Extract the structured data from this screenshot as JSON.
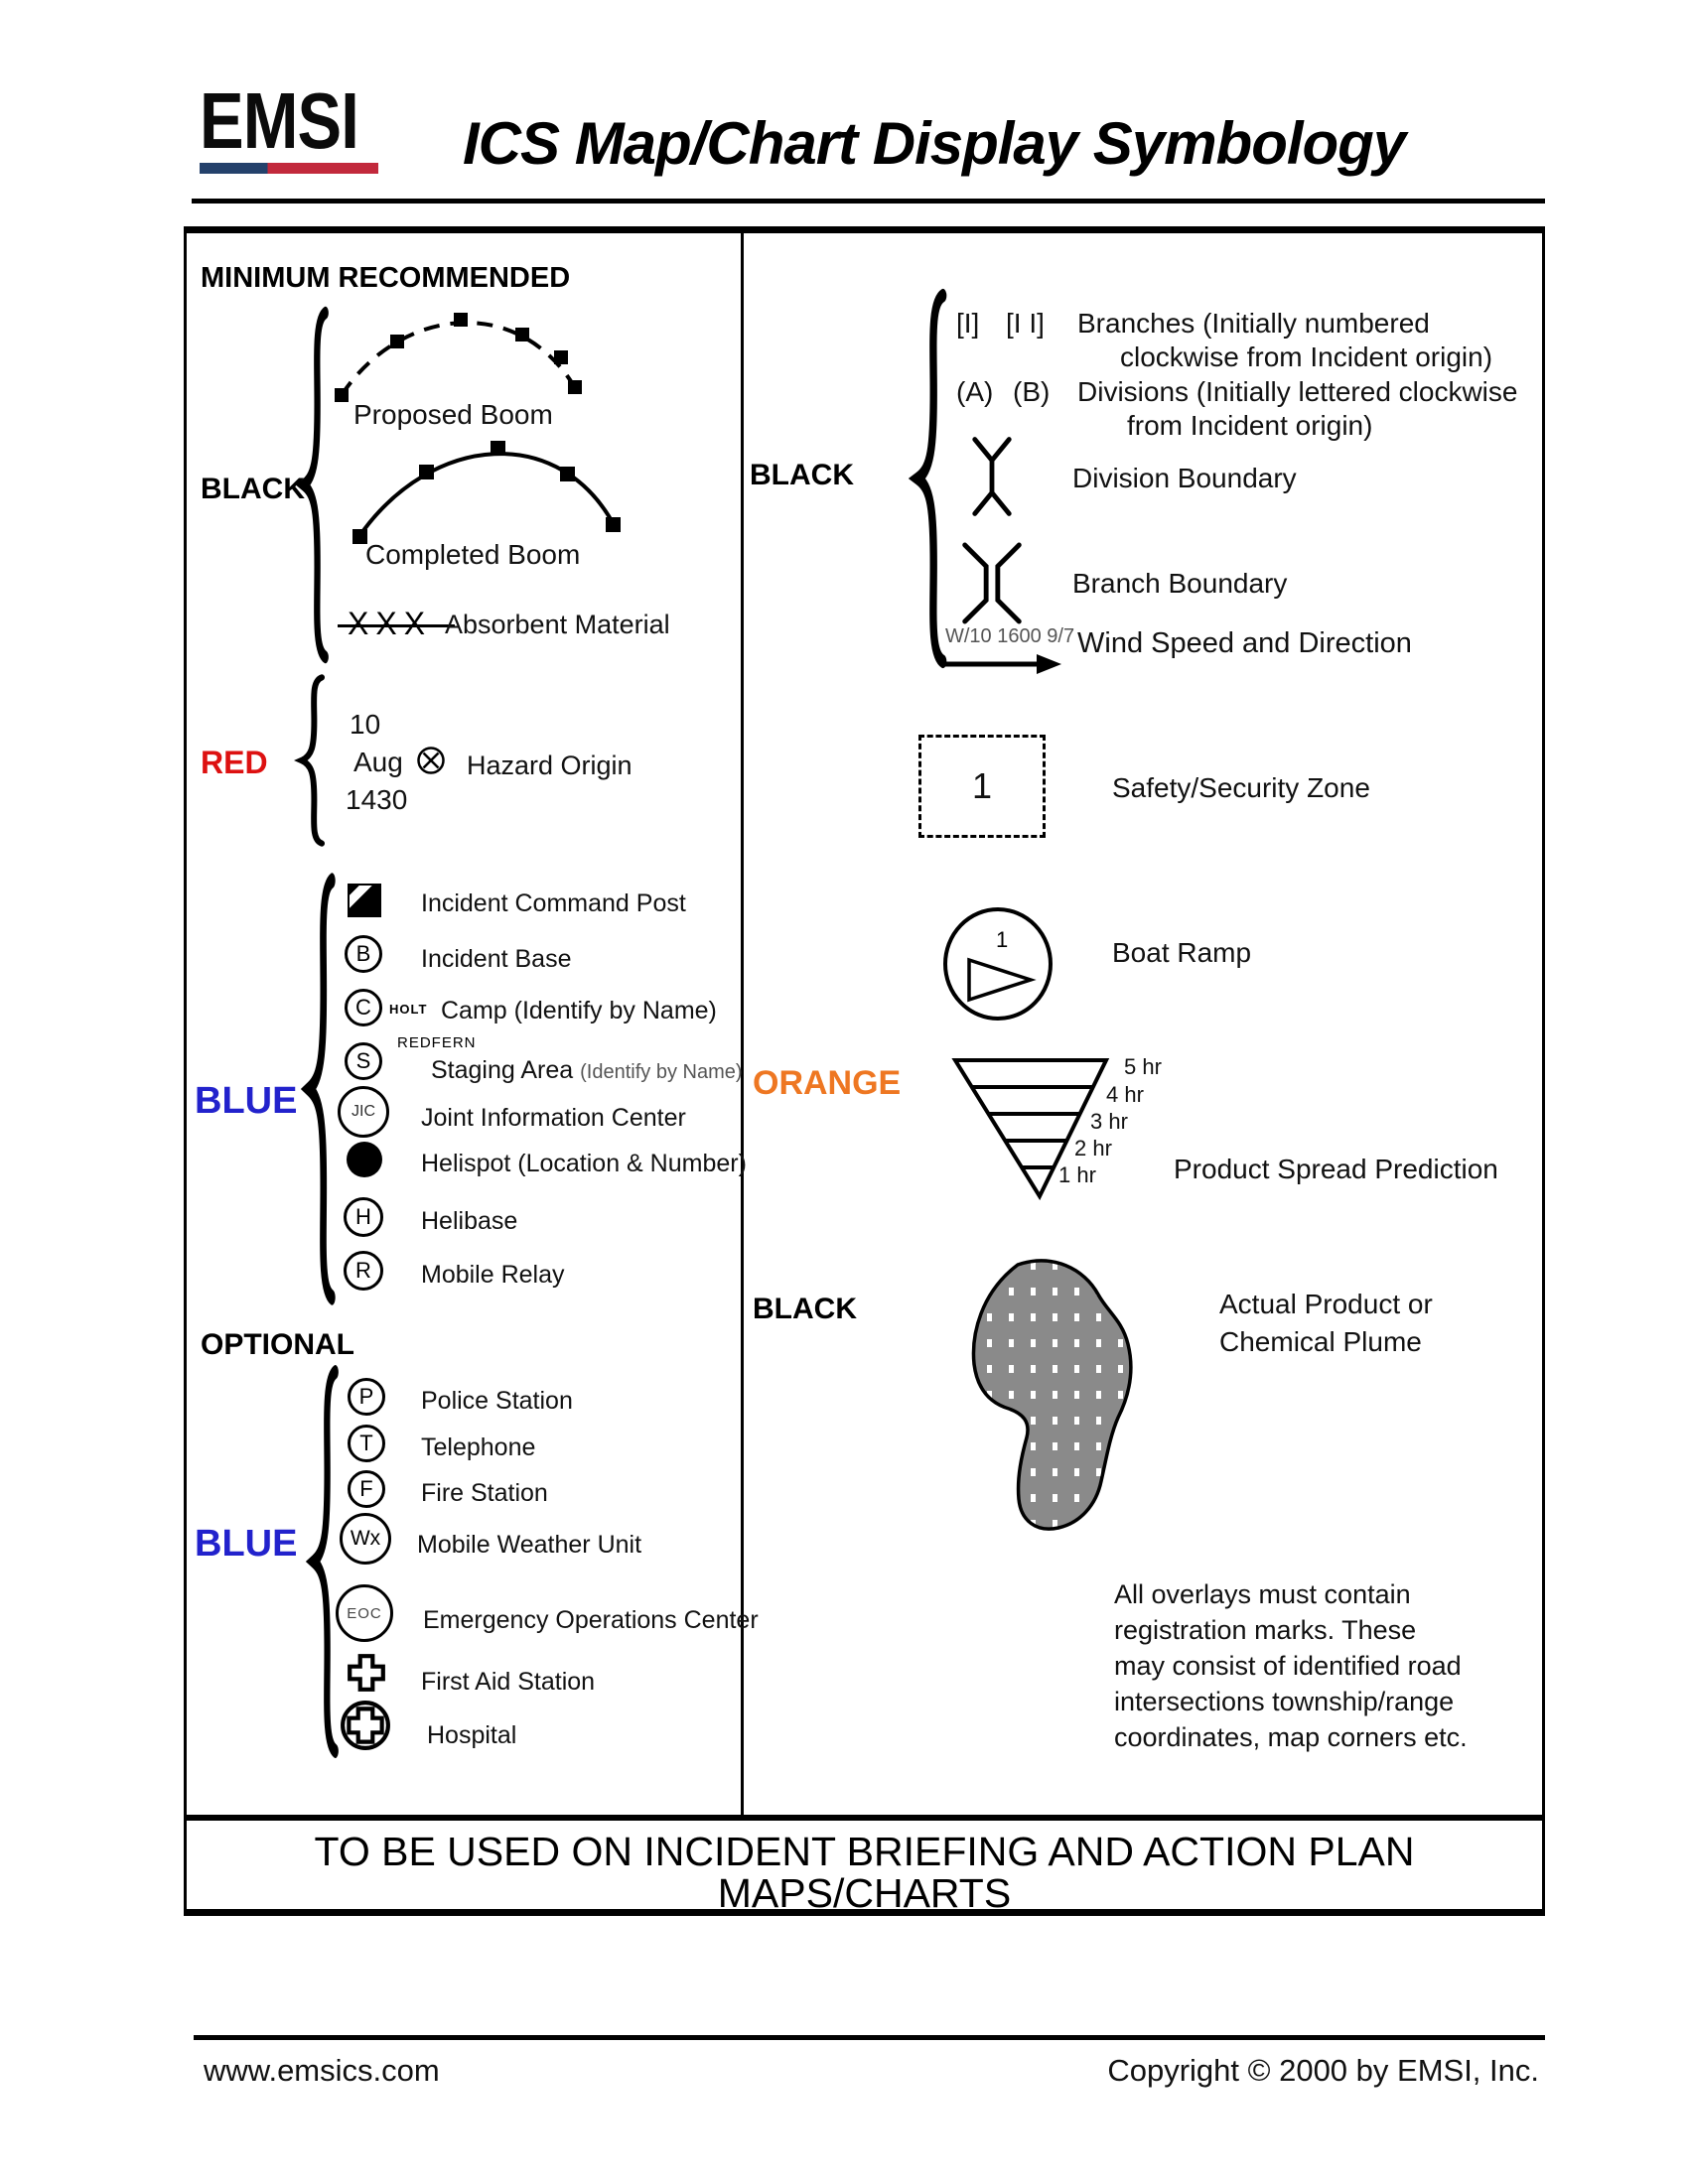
{
  "header": {
    "logo": "EMSI",
    "title": "ICS Map/Chart Display Symbology"
  },
  "left": {
    "min_heading": "MINIMUM RECOMMENDED",
    "black_label": "BLACK",
    "proposed_boom": "Proposed Boom",
    "completed_boom": "Completed Boom",
    "absorbent_x": "XXX",
    "absorbent_label": "Absorbent Material",
    "red_label": "RED",
    "hazard": {
      "line1": "10",
      "line2": "Aug",
      "line3": "1430",
      "label": "Hazard Origin"
    },
    "blue_label": "BLUE",
    "blue_items": [
      {
        "label": "Incident Command Post"
      },
      {
        "letter": "B",
        "label": "Incident Base"
      },
      {
        "letter": "C",
        "tag": "HOLT",
        "label": "Camp (Identify by Name)"
      },
      {
        "letter": "S",
        "tag": "REDFERN",
        "label": "Staging Area",
        "sublabel": "(Identify by Name)"
      },
      {
        "letter": "JIC",
        "label": "Joint Information Center"
      },
      {
        "label": "Helispot (Location & Number)"
      },
      {
        "letter": "H",
        "label": "Helibase"
      },
      {
        "letter": "R",
        "label": "Mobile Relay"
      }
    ],
    "optional_heading": "OPTIONAL",
    "optional_blue_label": "BLUE",
    "optional_items": [
      {
        "letter": "P",
        "label": "Police Station"
      },
      {
        "letter": "T",
        "label": "Telephone"
      },
      {
        "letter": "F",
        "label": "Fire Station"
      },
      {
        "letter": "Wx",
        "label": "Mobile Weather Unit"
      },
      {
        "letter": "EOC",
        "label": "Emergency Operations Center"
      },
      {
        "label": "First Aid Station"
      },
      {
        "label": "Hospital"
      }
    ]
  },
  "right": {
    "black_label": "BLACK",
    "branches": {
      "sym1": "[I]",
      "sym2": "[I I]",
      "text1": "Branches (Initially numbered",
      "text2": "clockwise from Incident origin)"
    },
    "divisions": {
      "sym1": "(A)",
      "sym2": "(B)",
      "text1": "Divisions (Initially lettered clockwise",
      "text2": "from Incident origin)"
    },
    "division_boundary_label": "Division Boundary",
    "branch_boundary_label": "Branch Boundary",
    "wind": {
      "annotation": "W/10 1600 9/7",
      "label": "Wind Speed and Direction"
    },
    "safety_zone": {
      "number": "1",
      "label": "Safety/Security Zone"
    },
    "boat_ramp": {
      "number": "1",
      "label": "Boat Ramp"
    },
    "orange_label": "ORANGE",
    "spread": {
      "hours": [
        "5 hr",
        "4 hr",
        "3 hr",
        "2 hr",
        "1 hr"
      ],
      "label": "Product Spread Prediction"
    },
    "black2_label": "BLACK",
    "plume_label1": "Actual Product or",
    "plume_label2": "Chemical Plume",
    "note_lines": [
      "All overlays must contain",
      "registration marks. These",
      "may consist of identified road",
      "intersections township/range",
      "coordinates, map corners etc."
    ]
  },
  "band": {
    "line1": "TO BE USED ON INCIDENT BRIEFING AND ACTION PLAN",
    "line2": "MAPS/CHARTS"
  },
  "footer": {
    "left": "www.emsics.com",
    "right": "Copyright © 2000 by EMSI, Inc."
  },
  "colors": {
    "red": "#dd1111",
    "blue": "#2222cc",
    "orange": "#ee7722",
    "logo_navy": "#24416b",
    "logo_red": "#c2293c",
    "plume_gray": "#8a8a8a"
  }
}
